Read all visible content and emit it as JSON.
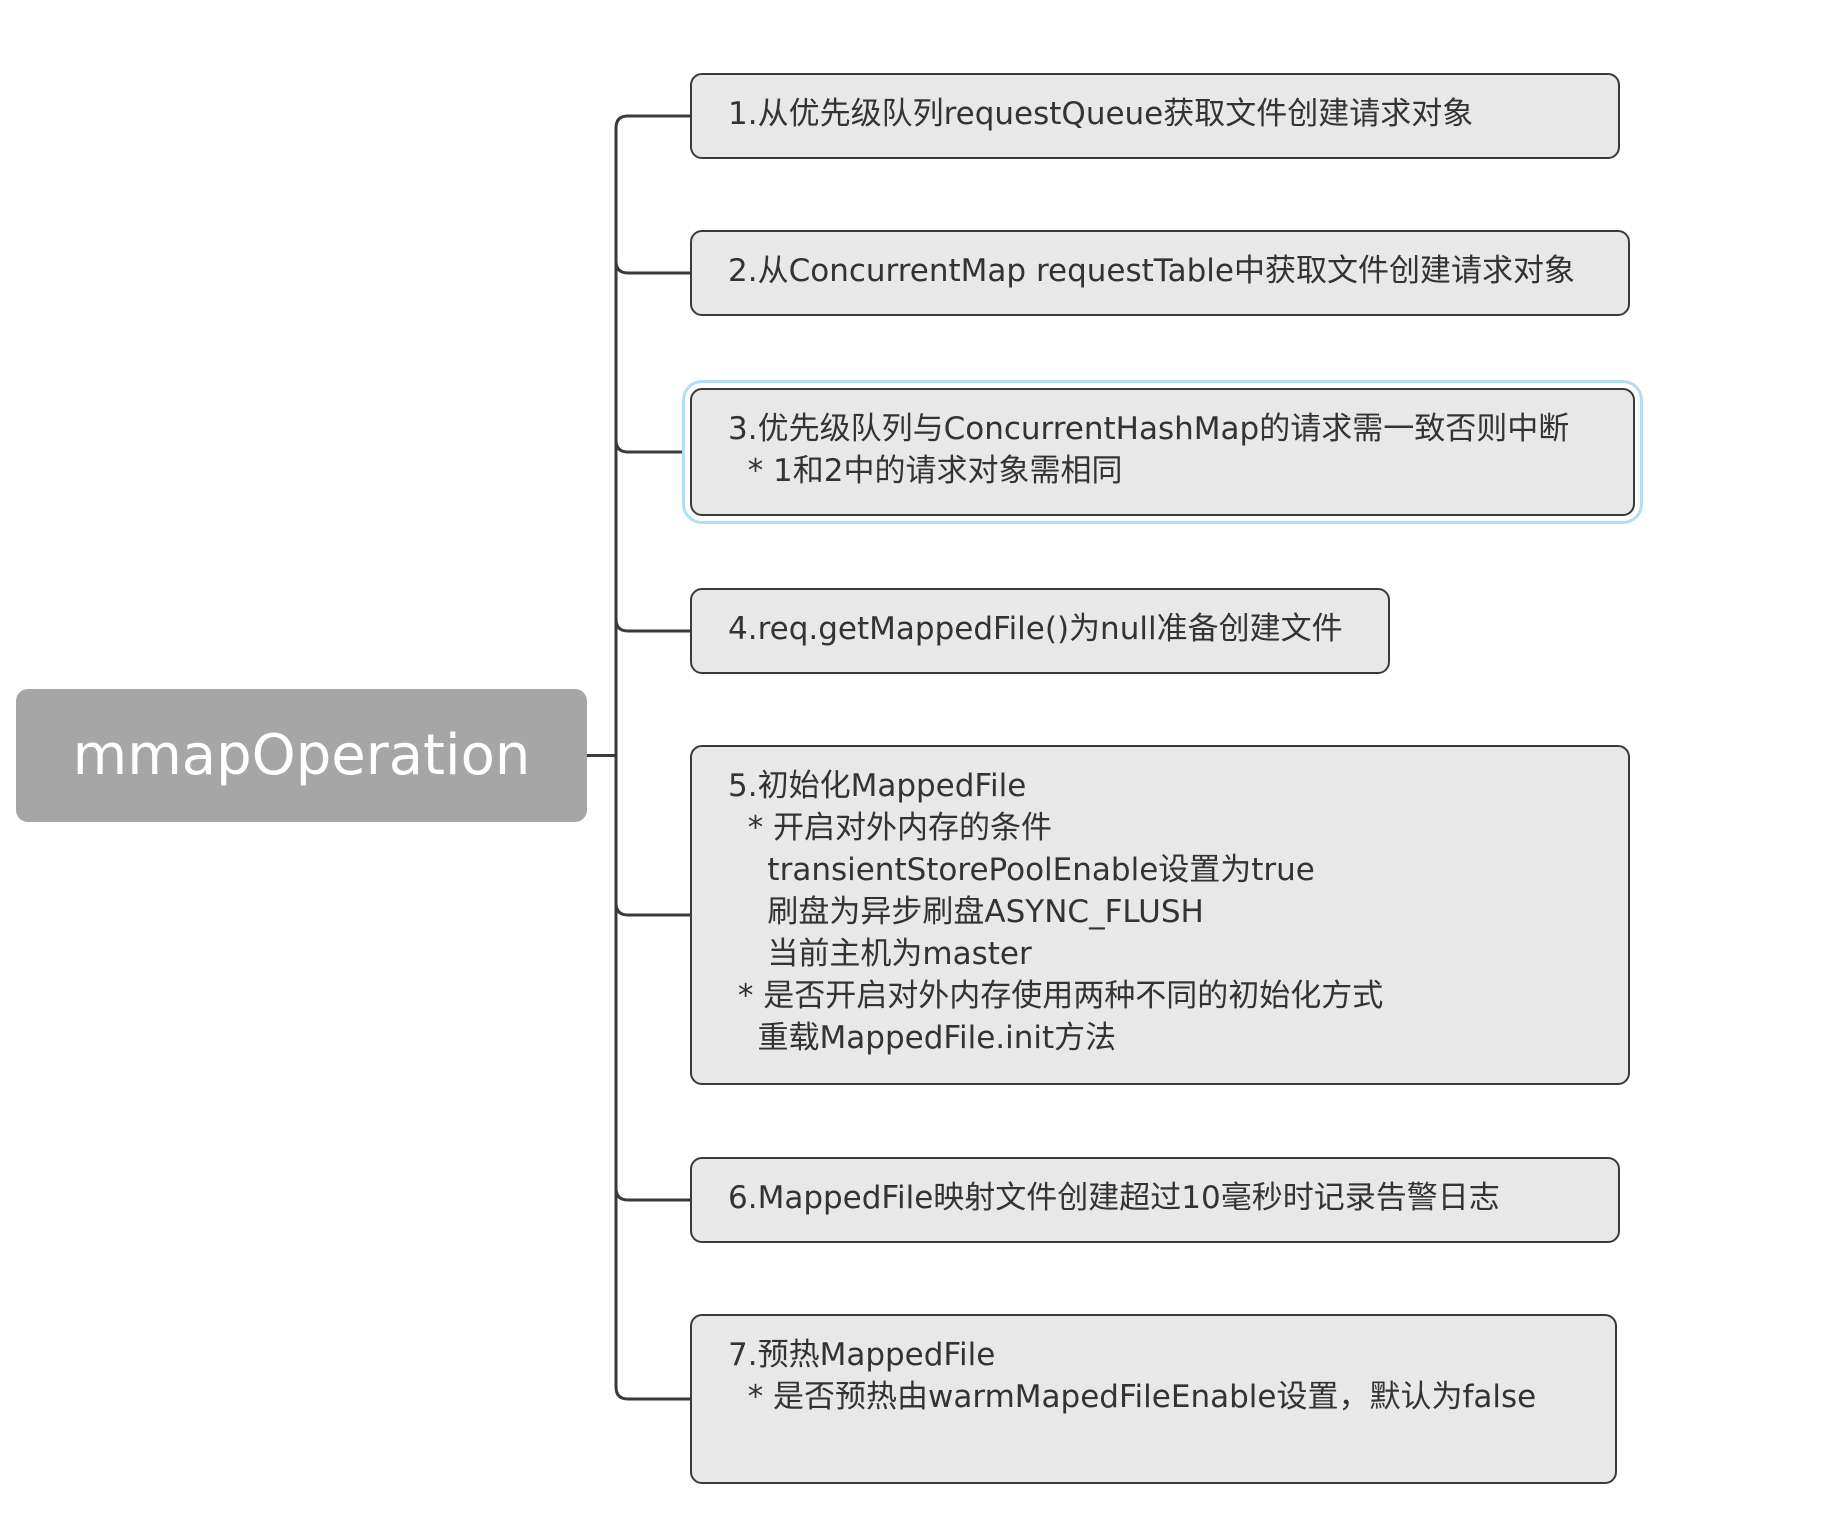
{
  "root": {
    "label": "mmapOperation"
  },
  "colors": {
    "root_fill": "#a6a6a6",
    "node_fill": "#e8e8e8",
    "node_border": "#3a3a3a",
    "connector": "#3a3a3a",
    "selection": "#b3dcf5"
  },
  "steps": [
    {
      "lines": [
        "1.从优先级队列requestQueue获取文件创建请求对象"
      ]
    },
    {
      "lines": [
        "2.从ConcurrentMap requestTable中获取文件创建请求对象"
      ]
    },
    {
      "lines": [
        "3.优先级队列与ConcurrentHashMap的请求需一致否则中断",
        "  * 1和2中的请求对象需相同"
      ],
      "selected": true
    },
    {
      "lines": [
        "4.req.getMappedFile()为null准备创建文件"
      ]
    },
    {
      "lines": [
        "5.初始化MappedFile",
        "  * 开启对外内存的条件",
        "    transientStorePoolEnable设置为true",
        "    刷盘为异步刷盘ASYNC_FLUSH",
        "    当前主机为master",
        " * 是否开启对外内存使用两种不同的初始化方式",
        "   重载MappedFile.init方法"
      ]
    },
    {
      "lines": [
        "6.MappedFile映射文件创建超过10毫秒时记录告警日志"
      ]
    },
    {
      "lines": [
        "7.预热MappedFile",
        "  * 是否预热由warmMapedFileEnable设置，默认为false"
      ]
    }
  ]
}
